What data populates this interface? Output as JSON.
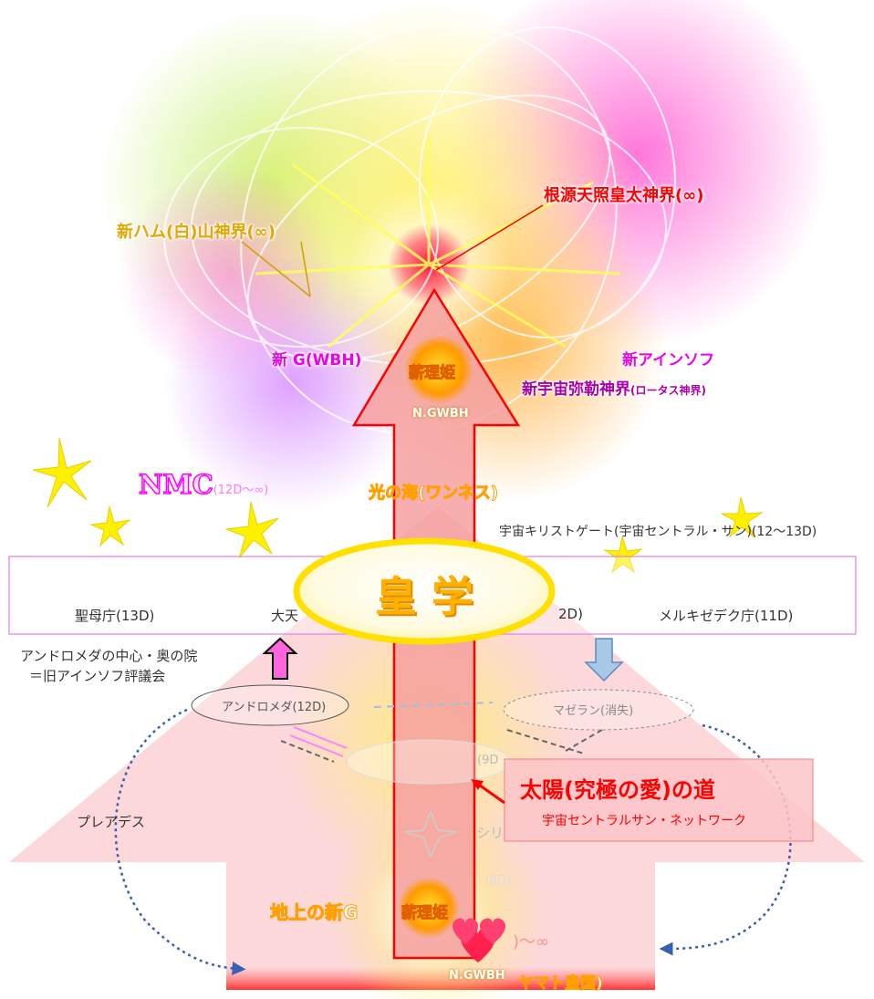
{
  "labels": {
    "ham": "新ハム(白)山神界(∞)",
    "amaterasu": "根源天照皇太神界(∞)",
    "g_wbh": "新 G(WBH)",
    "new_ainsoph": "新アインソフ",
    "miroku_main": "新宇宙弥勒神界",
    "miroku_sub": "(ロータス神界)",
    "nmc_main": "NMC",
    "nmc_sub": "(12D～∞)",
    "sea_of_light": "光の海(ワンネス)",
    "christ_gate": "宇宙キリストゲート(宇宙セントラル・サン)(12〜13D)",
    "emblem": "皇 学",
    "seibo": "聖母庁(13D)",
    "daiten": "大天",
    "twelve_d": "2D)",
    "melchizedek": "メルキゼデク庁(11D)",
    "andromeda_center_1": "アンドロメダの中心・奥の院",
    "andromeda_center_2": "＝旧アインソフ評議会",
    "andromeda_ring": "アンドロメダ(12D)",
    "magellan_ring": "マゼラン(消失)",
    "center_ring": "(9D",
    "sun_path_title": "太陽(究極の愛)の道",
    "sun_path_sub": "宇宙セントラルサン・ネットワーク",
    "pleiades": "プレアデス",
    "sirius": "シリ",
    "eight_d": "(8D)",
    "infinity_tail": ")～∞",
    "earth_g": "地上の新G",
    "yamato": "ヤマト皇国)",
    "logo_top": "薪理姫",
    "logo_bottom": "薪理姫",
    "ngwbh_top": "N.GWBH",
    "ngwbh_bottom": "N.GWBH"
  },
  "colors": {
    "arrow_fill": "#f4a0a0",
    "arrow_stroke": "#ff0000",
    "emblem_text": "#ffb000",
    "emblem_ring": "#ffe000",
    "sun_box_fill": "#fcc5c8",
    "band_border": "#e080e0"
  }
}
